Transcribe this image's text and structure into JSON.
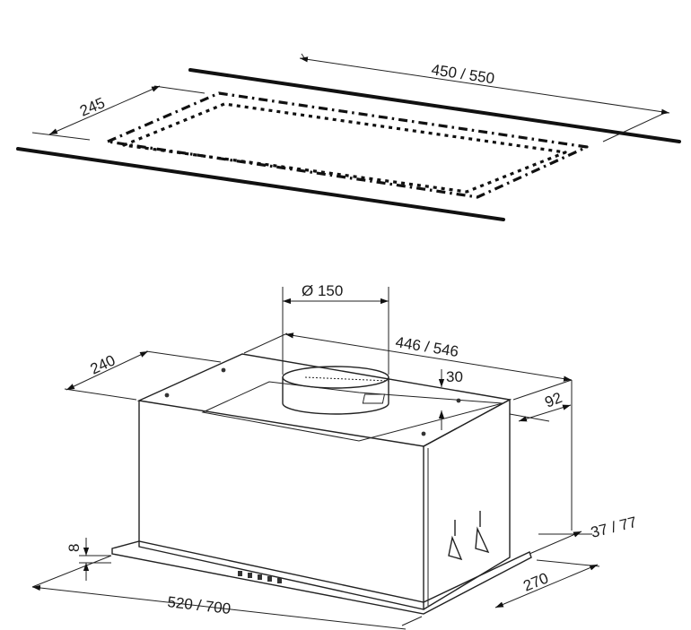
{
  "cutout": {
    "width_label": "450 / 550",
    "depth_label": "245"
  },
  "hood": {
    "duct_label": "Ø 150",
    "width_label": "446 / 546",
    "depth_label": "240",
    "top_gap_label": "30",
    "side_height_label": "92",
    "front_height_label": "37 / 77",
    "height_label": "270",
    "outer_width_label": "520 / 700",
    "frame_label": "8"
  }
}
